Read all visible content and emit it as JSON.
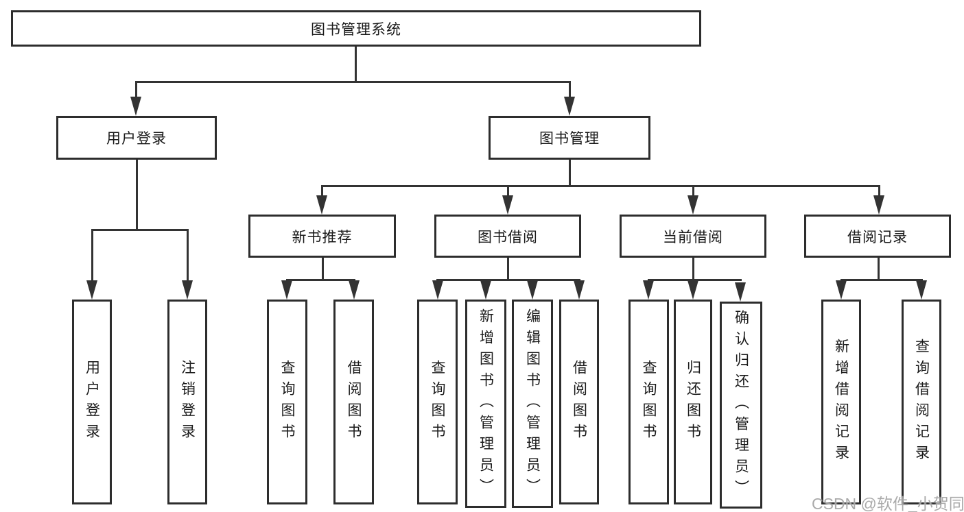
{
  "diagram": {
    "type": "hierarchy-tree",
    "orientation": "top-down",
    "colors": {
      "line": "#333333",
      "box_border": "#2d2d2d",
      "box_fill": "#ffffff",
      "text": "#1a1a1a",
      "background": "#ffffff",
      "watermark": "#a3a3a3"
    }
  },
  "tree": {
    "label": "图书管理系统",
    "children": [
      {
        "label": "用户登录",
        "children": [
          {
            "label": "用户登录"
          },
          {
            "label": "注销登录"
          }
        ]
      },
      {
        "label": "图书管理",
        "children": [
          {
            "label": "新书推荐",
            "children": [
              {
                "label": "查询图书"
              },
              {
                "label": "借阅图书"
              }
            ]
          },
          {
            "label": "图书借阅",
            "children": [
              {
                "label": "查询图书"
              },
              {
                "label": "新增图书（管理员）"
              },
              {
                "label": "编辑图书（管理员）"
              },
              {
                "label": "借阅图书"
              }
            ]
          },
          {
            "label": "当前借阅",
            "children": [
              {
                "label": "查询图书"
              },
              {
                "label": "归还图书"
              },
              {
                "label": "确认归还（管理员）"
              }
            ]
          },
          {
            "label": "借阅记录",
            "children": [
              {
                "label": "新增借阅记录"
              },
              {
                "label": "查询借阅记录"
              }
            ]
          }
        ]
      }
    ]
  },
  "watermark": {
    "text": "CSDN @软件_小贺同学"
  }
}
